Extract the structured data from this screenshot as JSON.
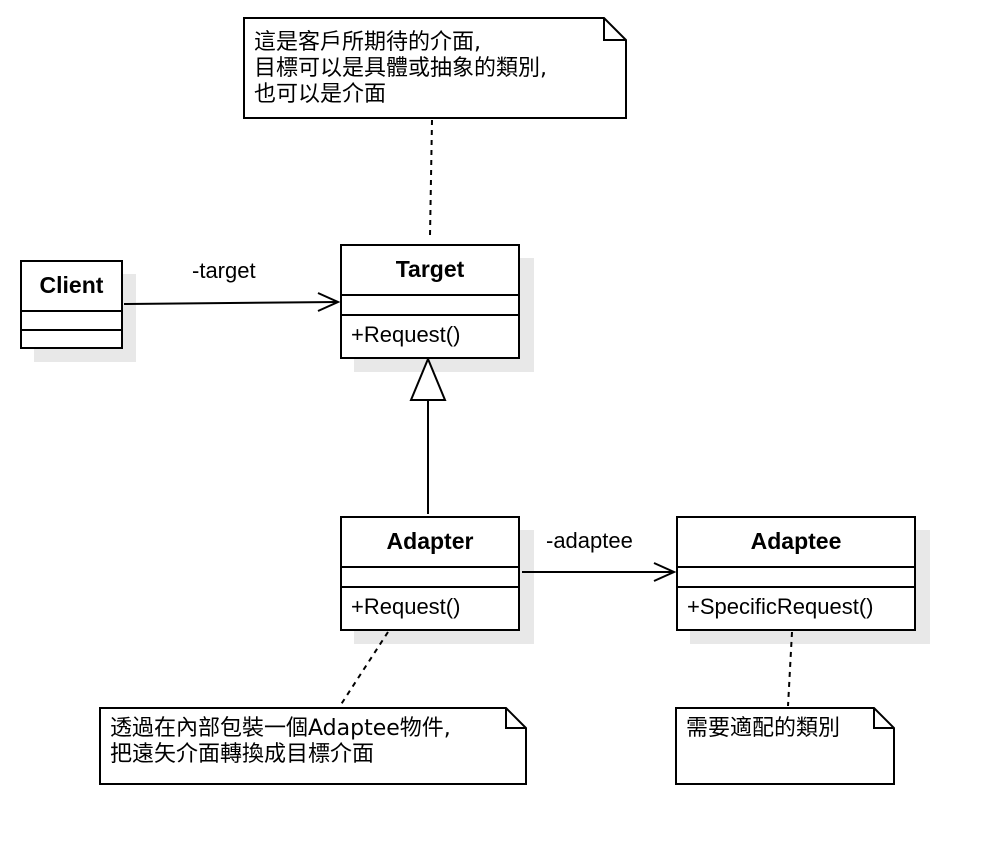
{
  "classes": {
    "client": {
      "name": "Client"
    },
    "target": {
      "name": "Target",
      "operation": "+Request()"
    },
    "adapter": {
      "name": "Adapter",
      "operation": "+Request()"
    },
    "adaptee": {
      "name": "Adaptee",
      "operation": "+SpecificRequest()"
    }
  },
  "associations": {
    "client_target": "-target",
    "adapter_adaptee": "-adaptee"
  },
  "notes": {
    "target_note": [
      "這是客戶所期待的介面,",
      "目標可以是具體或抽象的類別,",
      "也可以是介面"
    ],
    "adapter_note": [
      "透過在內部包裝一個Adaptee物件,",
      "把遠矢介面轉換成目標介面"
    ],
    "adaptee_note": [
      "需要適配的類別"
    ]
  }
}
